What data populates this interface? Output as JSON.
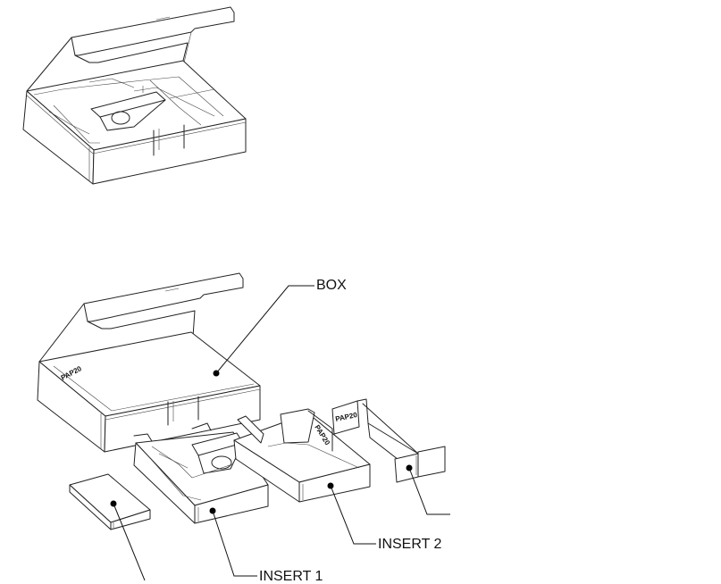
{
  "callouts": {
    "box": "BOX",
    "insert2": "INSERT 2",
    "insert1": "INSERT 1"
  },
  "stamps": {
    "box_wall": "PAP20",
    "insert3_panel": "PAP20",
    "insert2_panel": "PAP20"
  },
  "colors": {
    "line": "#222222",
    "background": "#ffffff"
  }
}
